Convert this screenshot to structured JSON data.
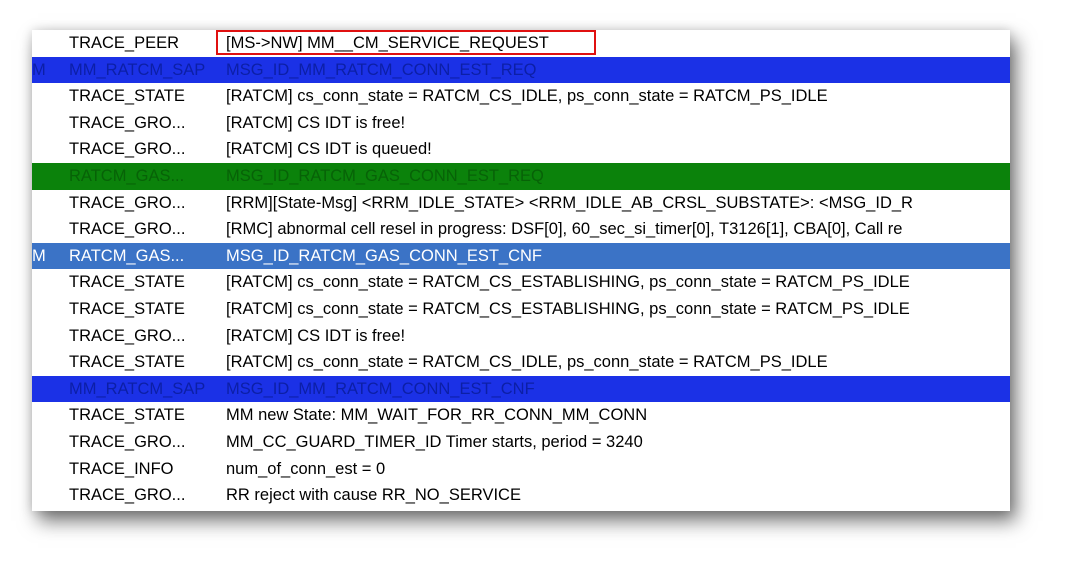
{
  "colors": {
    "blue_highlight": "#1b31e6",
    "green_highlight": "#0b820b",
    "selection": "#3b73c6",
    "annotation_border": "#e01010"
  },
  "rows": [
    {
      "prefix": "",
      "type": "TRACE_PEER",
      "message": "[MS->NW] MM__CM_SERVICE_REQUEST",
      "style": "normal"
    },
    {
      "prefix": "M",
      "type": "MM_RATCM_SAP",
      "message": "MSG_ID_MM_RATCM_CONN_EST_REQ",
      "style": "blue"
    },
    {
      "prefix": "",
      "type": "TRACE_STATE",
      "message": "[RATCM] cs_conn_state = RATCM_CS_IDLE, ps_conn_state = RATCM_PS_IDLE",
      "style": "normal"
    },
    {
      "prefix": "",
      "type": "TRACE_GRO...",
      "message": "[RATCM] CS IDT is free!",
      "style": "normal"
    },
    {
      "prefix": "",
      "type": "TRACE_GRO...",
      "message": "[RATCM] CS IDT is queued!",
      "style": "normal"
    },
    {
      "prefix": "",
      "type": "RATCM_GAS...",
      "message": "MSG_ID_RATCM_GAS_CONN_EST_REQ",
      "style": "green"
    },
    {
      "prefix": "",
      "type": "TRACE_GRO...",
      "message": "[RRM][State-Msg] <RRM_IDLE_STATE>  <RRM_IDLE_AB_CRSL_SUBSTATE>: <MSG_ID_R",
      "style": "normal"
    },
    {
      "prefix": "",
      "type": "TRACE_GRO...",
      "message": "[RMC] abnormal cell resel in progress: DSF[0], 60_sec_si_timer[0], T3126[1], CBA[0], Call re",
      "style": "normal"
    },
    {
      "prefix": "M",
      "type": "RATCM_GAS...",
      "message": "MSG_ID_RATCM_GAS_CONN_EST_CNF",
      "style": "selected"
    },
    {
      "prefix": "",
      "type": "TRACE_STATE",
      "message": "[RATCM] cs_conn_state = RATCM_CS_ESTABLISHING, ps_conn_state = RATCM_PS_IDLE",
      "style": "normal"
    },
    {
      "prefix": "",
      "type": "TRACE_STATE",
      "message": "[RATCM] cs_conn_state = RATCM_CS_ESTABLISHING, ps_conn_state = RATCM_PS_IDLE",
      "style": "normal"
    },
    {
      "prefix": "",
      "type": "TRACE_GRO...",
      "message": "[RATCM] CS IDT is free!",
      "style": "normal"
    },
    {
      "prefix": "",
      "type": "TRACE_STATE",
      "message": "[RATCM] cs_conn_state = RATCM_CS_IDLE, ps_conn_state = RATCM_PS_IDLE",
      "style": "normal"
    },
    {
      "prefix": "",
      "type": "MM_RATCM_SAP",
      "message": "MSG_ID_MM_RATCM_CONN_EST_CNF",
      "style": "blue"
    },
    {
      "prefix": "",
      "type": "TRACE_STATE",
      "message": "MM new State: MM_WAIT_FOR_RR_CONN_MM_CONN",
      "style": "normal"
    },
    {
      "prefix": "",
      "type": "TRACE_GRO...",
      "message": "MM_CC_GUARD_TIMER_ID Timer starts, period = 3240",
      "style": "normal"
    },
    {
      "prefix": "",
      "type": "TRACE_INFO",
      "message": "num_of_conn_est = 0",
      "style": "normal"
    },
    {
      "prefix": "",
      "type": "TRACE_GRO...",
      "message": "RR reject with cause RR_NO_SERVICE",
      "style": "normal"
    }
  ]
}
